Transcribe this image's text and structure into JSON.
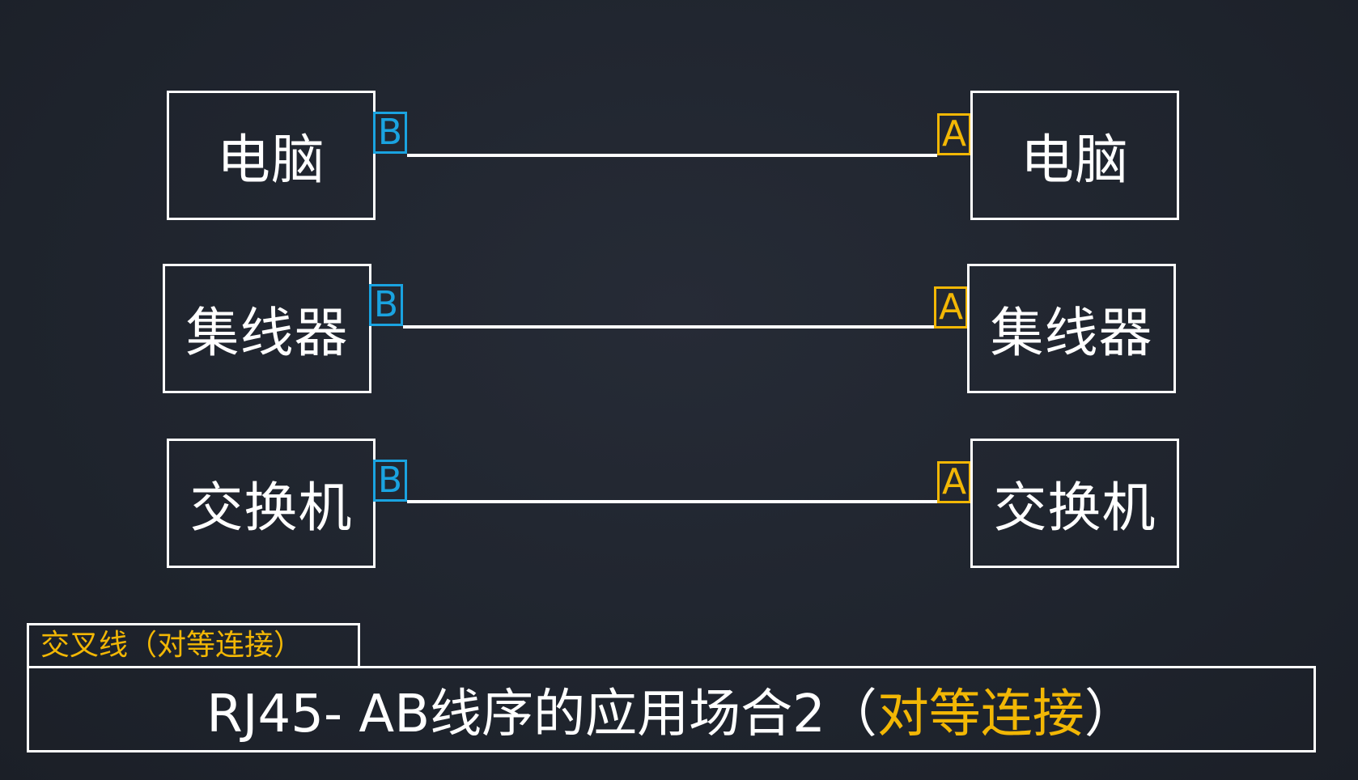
{
  "colors": {
    "background": "#1f242e",
    "line": "#ffffff",
    "tag_b": "#1aa3e0",
    "tag_a": "#f2b705",
    "highlight": "#f2b705"
  },
  "rows": [
    {
      "left_device": "电脑",
      "left_tag": "B",
      "right_tag": "A",
      "right_device": "电脑"
    },
    {
      "left_device": "集线器",
      "left_tag": "B",
      "right_tag": "A",
      "right_device": "集线器"
    },
    {
      "left_device": "交换机",
      "left_tag": "B",
      "right_tag": "A",
      "right_device": "交换机"
    }
  ],
  "subtitle": "交叉线（对等连接）",
  "title": {
    "prefix": "RJ45- AB线序的应用场合2（",
    "highlight": "对等连接",
    "suffix": "）"
  }
}
